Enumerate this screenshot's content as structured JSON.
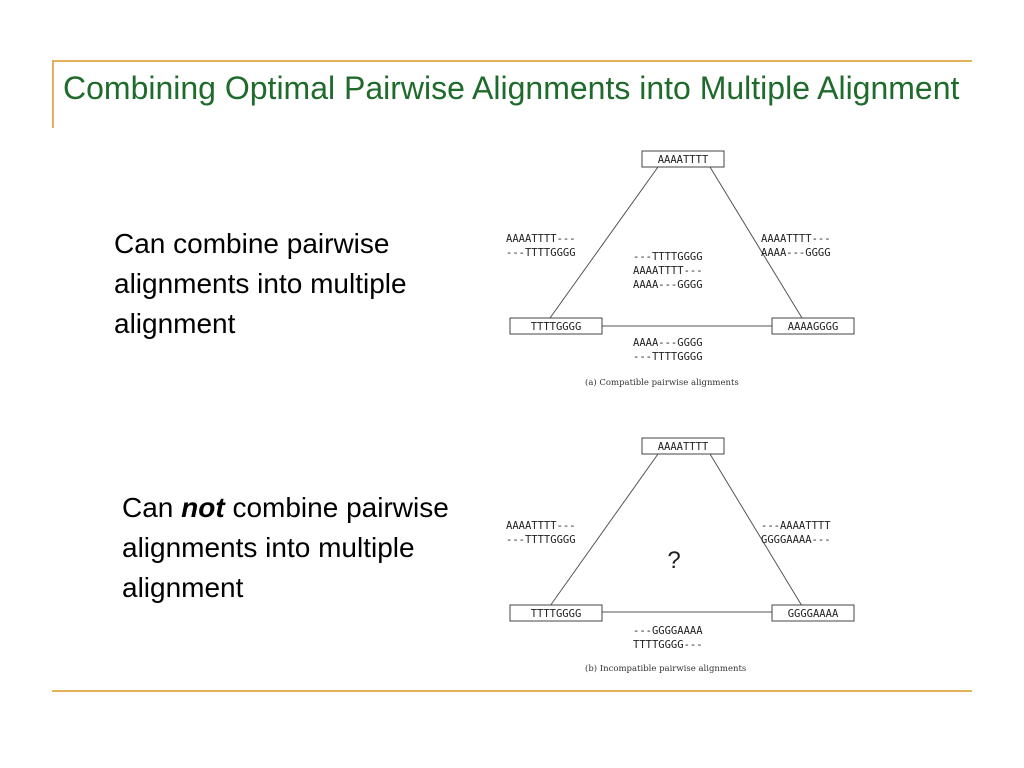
{
  "slide": {
    "title": "Combining Optimal Pairwise Alignments into Multiple Alignment",
    "text_top": "Can combine pairwise alignments into multiple alignment",
    "text_bottom": {
      "prefix": "Can ",
      "emphasis": "not",
      "suffix": " combine pairwise alignments into multiple alignment"
    }
  },
  "diagram_a": {
    "top_node": "AAAATTTT",
    "left_node": "TTTTGGGG",
    "right_node": "AAAAGGGG",
    "left_edge_alignment": [
      "AAAATTTT---",
      "---TTTTGGGG"
    ],
    "right_edge_alignment": [
      "AAAATTTT---",
      "AAAA---GGGG"
    ],
    "center_alignment": [
      "---TTTTGGGG",
      "AAAATTTT---",
      "AAAA---GGGG"
    ],
    "bottom_edge_alignment": [
      "AAAA---GGGG",
      "---TTTTGGGG"
    ],
    "caption": "(a) Compatible pairwise alignments"
  },
  "diagram_b": {
    "top_node": "AAAATTTT",
    "left_node": "TTTTGGGG",
    "right_node": "GGGGAAAA",
    "left_edge_alignment": [
      "AAAATTTT---",
      "---TTTTGGGG"
    ],
    "right_edge_alignment": [
      "---AAAATTTT",
      "GGGGAAAA---"
    ],
    "center_mark": "?",
    "bottom_edge_alignment": [
      "---GGGGAAAA",
      "TTTTGGGG---"
    ],
    "caption": "(b) Incompatible pairwise alignments"
  },
  "colors": {
    "title": "#1f6b2c",
    "rule": "#e0b05a"
  }
}
